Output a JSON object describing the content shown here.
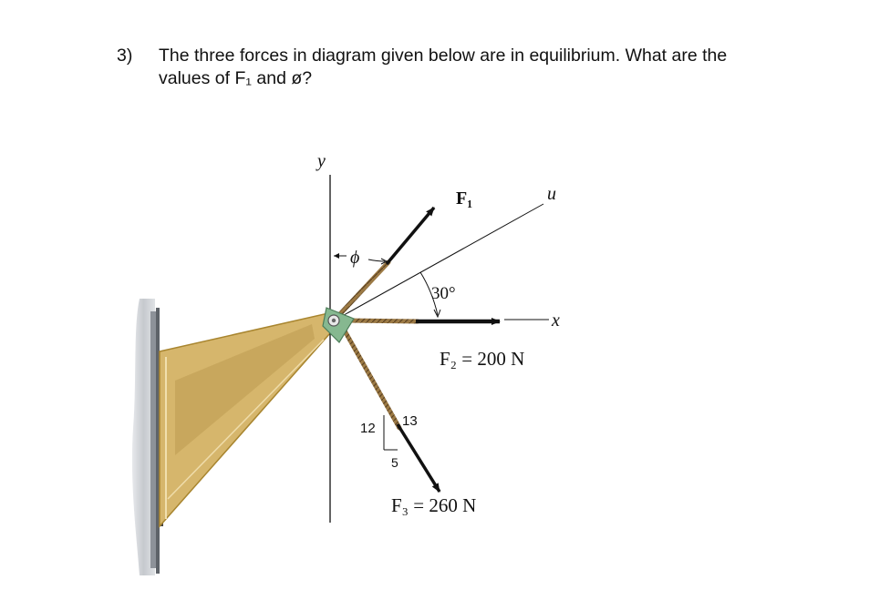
{
  "question": {
    "number": "3)",
    "line1": "The three forces in diagram given below are in equilibrium. What are the",
    "line2": "values of  F₁ and ø?"
  },
  "diagram": {
    "axis_y": "y",
    "axis_x": "x",
    "axis_u": "u",
    "phi": "ϕ",
    "f1": "F₁",
    "angle": "30°",
    "f2": "F₂ = 200 N",
    "f3": "F₃ = 260 N",
    "slope_vertical": "12",
    "slope_hyp": "13",
    "slope_horizontal": "5"
  },
  "colors": {
    "bracket_fill": "#d4b46a",
    "bracket_dark": "#b8953f",
    "wall": "#c9ccd1",
    "rope": "#8a6a3a",
    "hub": "#7fb38a",
    "arrow": "#111111"
  }
}
